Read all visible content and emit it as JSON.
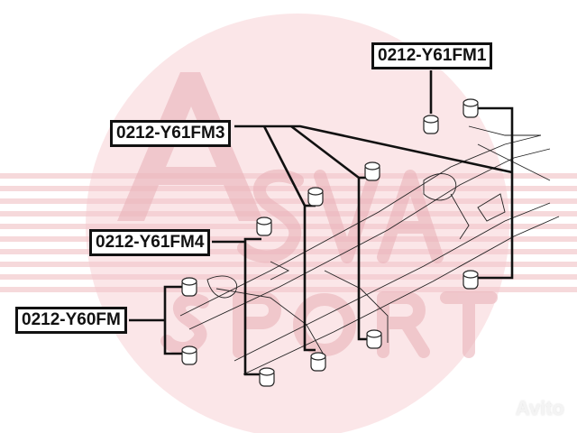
{
  "watermark": {
    "brand": "ASVA SPORT",
    "brand_color": "#e07b84",
    "marketplace": "Avito"
  },
  "callouts": [
    {
      "part_number": "0212-Y61FM1"
    },
    {
      "part_number": "0212-Y61FM3"
    },
    {
      "part_number": "0212-Y61FM4"
    },
    {
      "part_number": "0212-Y60FM"
    }
  ]
}
